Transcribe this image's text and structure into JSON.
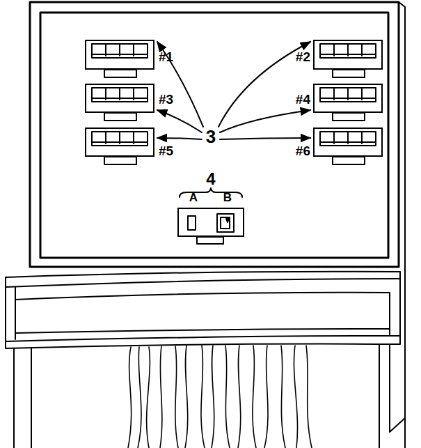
{
  "diagram": {
    "nodes": [
      {
        "text": [
          "#1"
        ]
      },
      {
        "text": [
          "#2"
        ]
      },
      {
        "text": [
          "#3"
        ]
      },
      {
        "text": [
          "#4"
        ]
      },
      {
        "text": [
          "#5"
        ]
      },
      {
        "text": [
          "#6"
        ]
      },
      {
        "text": [
          "A",
          "B"
        ]
      }
    ],
    "labels": [
      "3",
      "4"
    ]
  }
}
